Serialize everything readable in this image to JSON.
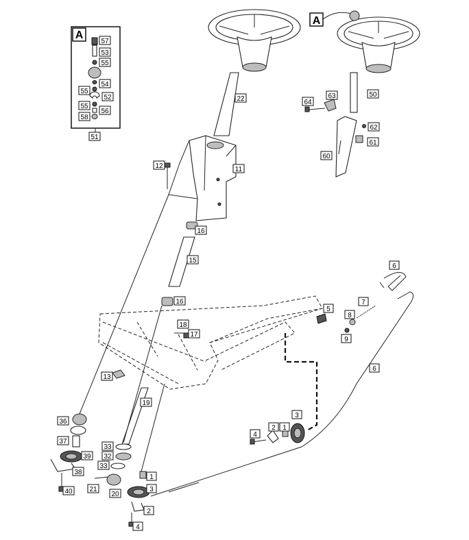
{
  "callout_letter": "A",
  "inset_group_label": "51",
  "labels": {
    "l1a": "1",
    "l1b": "1",
    "l2a": "2",
    "l2b": "2",
    "l3a": "3",
    "l3b": "3",
    "l4a": "4",
    "l4b": "4",
    "l5": "5",
    "l6a": "6",
    "l6b": "6",
    "l7": "7",
    "l8": "8",
    "l9": "9",
    "l11": "11",
    "l12": "12",
    "l13": "13",
    "l15": "15",
    "l16a": "16",
    "l16b": "16",
    "l17": "17",
    "l18": "18",
    "l19": "19",
    "l20": "20",
    "l21": "21",
    "l22": "22",
    "l32": "32",
    "l33a": "33",
    "l33b": "33",
    "l36": "36",
    "l37": "37",
    "l38": "38",
    "l39": "39",
    "l40": "40",
    "l50": "50",
    "l52": "52",
    "l53": "53",
    "l54": "54",
    "l55a": "55",
    "l55b": "55",
    "l55c": "55",
    "l56": "56",
    "l57": "57",
    "l58": "58",
    "l60": "60",
    "l61": "61",
    "l62": "62",
    "l63": "63",
    "l64": "64"
  }
}
